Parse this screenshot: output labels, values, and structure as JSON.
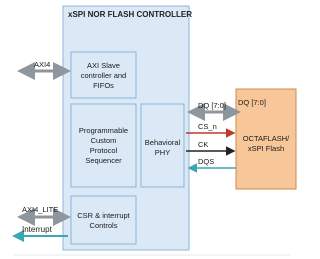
{
  "controller": {
    "title": "xSPI NOR FLASH CONTROLLER",
    "axi_slave_lines": [
      "AXI Slave",
      "controller and",
      "FIFOs"
    ],
    "sequencer_lines": [
      "Programmable",
      "Custom",
      "Protocol",
      "Sequencer"
    ],
    "phy_lines": [
      "Behavioral",
      "PHY"
    ],
    "csr_lines": [
      "CSR & interrupt",
      "Controls"
    ]
  },
  "flash": {
    "lines": [
      "OCTAFLASH/",
      "xSPI Flash"
    ],
    "dq_inside": "DQ [7:0]"
  },
  "signals": {
    "axi4": "AXI4",
    "axi4_lite": "AXI4_LITE",
    "interrupt": "Interrupt",
    "dq": "DQ [7:0]",
    "cs_n": "CS_n",
    "ck": "CK",
    "dqs": "DQS"
  },
  "colors": {
    "controller_fill": "#dbe9f7",
    "controller_border": "#8fb3d9",
    "flash_fill": "#f7c79a",
    "flash_border": "#d08a4a",
    "gray_arrow": "#8e969e",
    "cs_line": "#c0392b",
    "ck_line": "#222222",
    "dqs_line": "#3aa6b0",
    "interrupt_arrow": "#3aa6b0"
  }
}
